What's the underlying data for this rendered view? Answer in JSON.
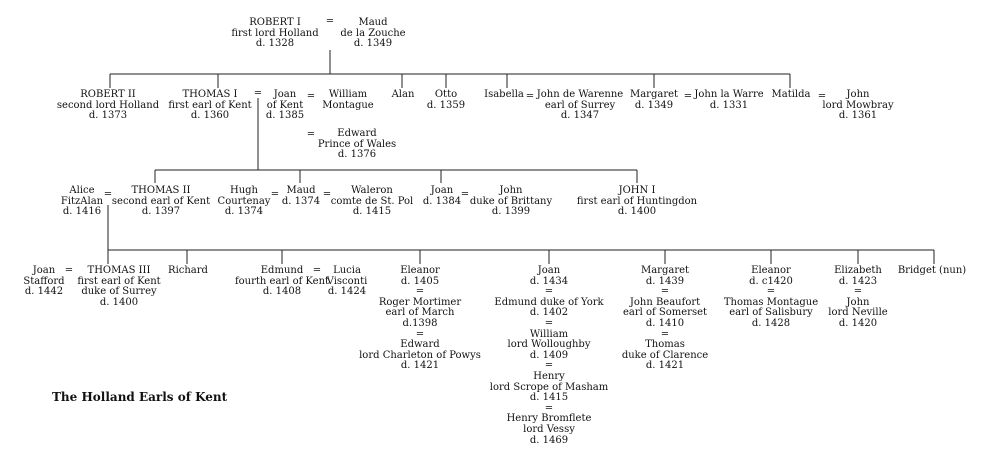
{
  "title": "The Holland Earls of Kent",
  "eq": "=",
  "people": {
    "robert1": [
      "ROBERT I",
      "first lord Holland",
      "d. 1328"
    ],
    "maud1": [
      "Maud",
      "de la Zouche",
      "d. 1349"
    ],
    "robert2": [
      "ROBERT II",
      "second lord Holland",
      "d. 1373"
    ],
    "thomas1": [
      "THOMAS I",
      "first earl of Kent",
      "d. 1360"
    ],
    "joan_kent": [
      "Joan",
      "of Kent",
      "d. 1385"
    ],
    "william_montague": [
      "William",
      "Montague"
    ],
    "edward_prince": [
      "Edward",
      "Prince of Wales",
      "d. 1376"
    ],
    "alan": [
      "Alan"
    ],
    "otto": [
      "Otto",
      "d. 1359"
    ],
    "isabella": [
      "Isabella"
    ],
    "john_warenne": [
      "John de Warenne",
      "earl of Surrey",
      "d. 1347"
    ],
    "margaret1": [
      "Margaret",
      "d. 1349"
    ],
    "john_warre": [
      "John la Warre",
      "d. 1331"
    ],
    "matilda": [
      "Matilda"
    ],
    "john_mowbray": [
      "John",
      "lord Mowbray",
      "d. 1361"
    ],
    "alice": [
      "Alice",
      "FitzAlan",
      "d. 1416"
    ],
    "thomas2": [
      "THOMAS II",
      "second earl of Kent",
      "d. 1397"
    ],
    "hugh": [
      "Hugh",
      "Courtenay",
      "d. 1374"
    ],
    "maud2": [
      "Maud",
      "d. 1374"
    ],
    "waleron": [
      "Waleron",
      "comte de St. Pol",
      "d. 1415"
    ],
    "joan2": [
      "Joan",
      "d. 1384"
    ],
    "john_brittany": [
      "John",
      "duke of Brittany",
      "d. 1399"
    ],
    "john1": [
      "JOHN I",
      "first earl of Huntingdon",
      "d. 1400"
    ],
    "joan_stafford": [
      "Joan",
      "Stafford",
      "d. 1442"
    ],
    "thomas3": [
      "THOMAS III",
      "first earl of Kent",
      "duke of Surrey",
      "d. 1400"
    ],
    "richard": [
      "Richard"
    ],
    "edmund": [
      "Edmund",
      "fourth earl of Kent",
      "d. 1408"
    ],
    "lucia": [
      "Lucia",
      "Visconti",
      "d. 1424"
    ],
    "eleanor1": [
      "Eleanor",
      "d. 1405",
      "=",
      "Roger Mortimer",
      "earl of March",
      "d.1398",
      "=",
      "Edward",
      "lord Charleton of Powys",
      "d. 1421"
    ],
    "joan3": [
      "Joan",
      "d. 1434",
      "=",
      "Edmund duke of York",
      "d. 1402",
      "=",
      "William",
      "lord Wolloughby",
      "d. 1409",
      "=",
      "Henry",
      "lord Scrope of Masham",
      "d. 1415",
      "=",
      "Henry Bromflete",
      "lord Vessy",
      "d. 1469"
    ],
    "margaret2": [
      "Margaret",
      "d. 1439",
      "=",
      "John Beaufort",
      "earl of Somerset",
      "d. 1410",
      "=",
      "Thomas",
      "duke of Clarence",
      "d. 1421"
    ],
    "eleanor2": [
      "Eleanor",
      "d. c1420",
      "=",
      "Thomas Montague",
      "earl of Salisbury",
      "d. 1428"
    ],
    "elizabeth": [
      "Elizabeth",
      "d. 1423",
      "=",
      "John",
      "lord Neville",
      "d. 1420"
    ],
    "bridget": [
      "Bridget (nun)"
    ]
  }
}
